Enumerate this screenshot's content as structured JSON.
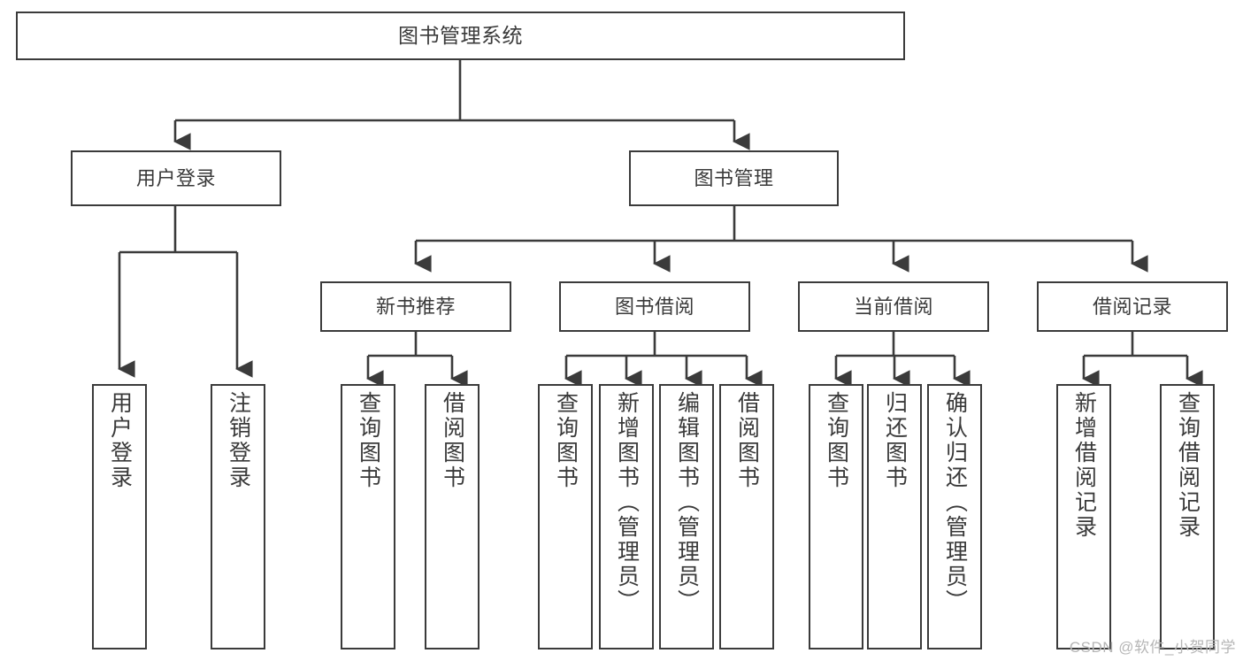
{
  "diagram": {
    "type": "tree-hierarchy",
    "title": "图书管理系统",
    "stroke_color": "#3b3b3b",
    "text_color": "#3a3a3a",
    "background": "#ffffff",
    "root": {
      "label": "图书管理系统"
    },
    "level2": [
      {
        "id": "user-login",
        "label": "用户登录"
      },
      {
        "id": "book-manage",
        "label": "图书管理"
      }
    ],
    "level3": [
      {
        "id": "new-book-recommend",
        "label": "新书推荐"
      },
      {
        "id": "book-borrow",
        "label": "图书借阅"
      },
      {
        "id": "current-borrow",
        "label": "当前借阅"
      },
      {
        "id": "borrow-record",
        "label": "借阅记录"
      }
    ],
    "leaves": {
      "user_login": [
        {
          "id": "leaf-user-login",
          "label": "用户登录"
        },
        {
          "id": "leaf-logout-login",
          "label": "注销登录"
        }
      ],
      "new_book_recommend": [
        {
          "id": "leaf-query-book-1",
          "label": "查询图书"
        },
        {
          "id": "leaf-borrow-book-1",
          "label": "借阅图书"
        }
      ],
      "book_borrow": [
        {
          "id": "leaf-query-book-2",
          "label": "查询图书"
        },
        {
          "id": "leaf-add-book",
          "label": "新增图书（管理员）"
        },
        {
          "id": "leaf-edit-book",
          "label": "编辑图书（管理员）"
        },
        {
          "id": "leaf-borrow-book-2",
          "label": "借阅图书"
        }
      ],
      "current_borrow": [
        {
          "id": "leaf-query-book-3",
          "label": "查询图书"
        },
        {
          "id": "leaf-return-book",
          "label": "归还图书"
        },
        {
          "id": "leaf-confirm-return",
          "label": "确认归还（管理员）"
        }
      ],
      "borrow_record": [
        {
          "id": "leaf-add-record",
          "label": "新增借阅记录"
        },
        {
          "id": "leaf-query-record",
          "label": "查询借阅记录"
        }
      ]
    }
  },
  "watermark": {
    "text": "CSDN @软件_小贺同学"
  }
}
